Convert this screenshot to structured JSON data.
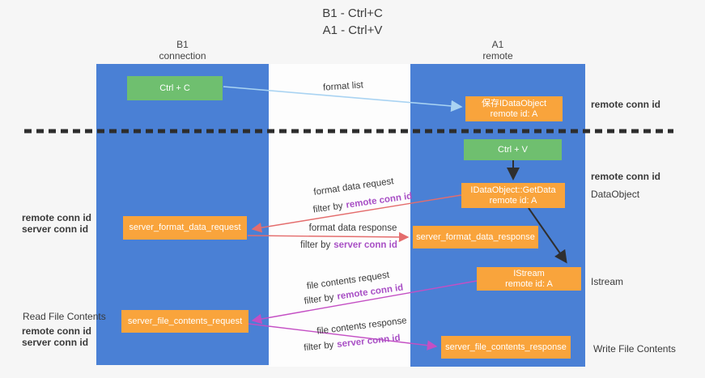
{
  "title": {
    "line1": "B1 - Ctrl+C",
    "line2": "A1 - Ctrl+V"
  },
  "lanes": {
    "b1": {
      "name": "B1",
      "subtitle": "connection"
    },
    "a1": {
      "name": "A1",
      "subtitle": "remote"
    }
  },
  "nodes": {
    "ctrl_c": {
      "label": "Ctrl + C"
    },
    "ctrl_v": {
      "label": "Ctrl + V"
    },
    "save_dataobject": {
      "line1": "保存IDataObject",
      "line2": "remote id: A"
    },
    "getdata": {
      "line1": "IDataObject::GetData",
      "line2": "remote id: A"
    },
    "istream": {
      "line1": "IStream",
      "line2": "remote id: A"
    },
    "server_format_data_request": {
      "label": "server_format_data_request"
    },
    "server_format_data_response": {
      "label": "server_format_data_response"
    },
    "server_file_contents_request": {
      "label": "server_file_contents_request"
    },
    "server_file_contents_response": {
      "label": "server_file_contents_response"
    }
  },
  "edge_labels": {
    "format_list": "format list",
    "format_data_request": "format data request",
    "format_data_response": "format data response",
    "file_contents_request": "file contents request",
    "file_contents_response": "file contents response",
    "filter_by": "filter by",
    "remote_conn_id": "remote conn id",
    "server_conn_id": "server conn id"
  },
  "annotations": {
    "right_top_remote_conn": "remote conn id",
    "right_mid_remote_conn": "remote conn id",
    "right_dataobject": "DataObject",
    "right_istream": "Istream",
    "right_write_file": "Write File Contents",
    "left_mid_remote_conn": "remote conn id",
    "left_mid_server_conn": "server conn id",
    "left_read_file": "Read File Contents",
    "left_bottom_remote_conn": "remote conn id",
    "left_bottom_server_conn": "server conn id"
  },
  "colors": {
    "lane_blue": "#4a80d5",
    "box_green": "#6fbf6f",
    "box_orange": "#f9a43c",
    "arrow_light_blue": "#a9d3f2",
    "arrow_red": "#e46d6d",
    "arrow_magenta": "#c44fc4",
    "arrow_black": "#2f2f2f",
    "separator_black": "#2d2d2d",
    "conn_id_purple": "#a84fc5",
    "conn_id_green": "#56a85c"
  }
}
